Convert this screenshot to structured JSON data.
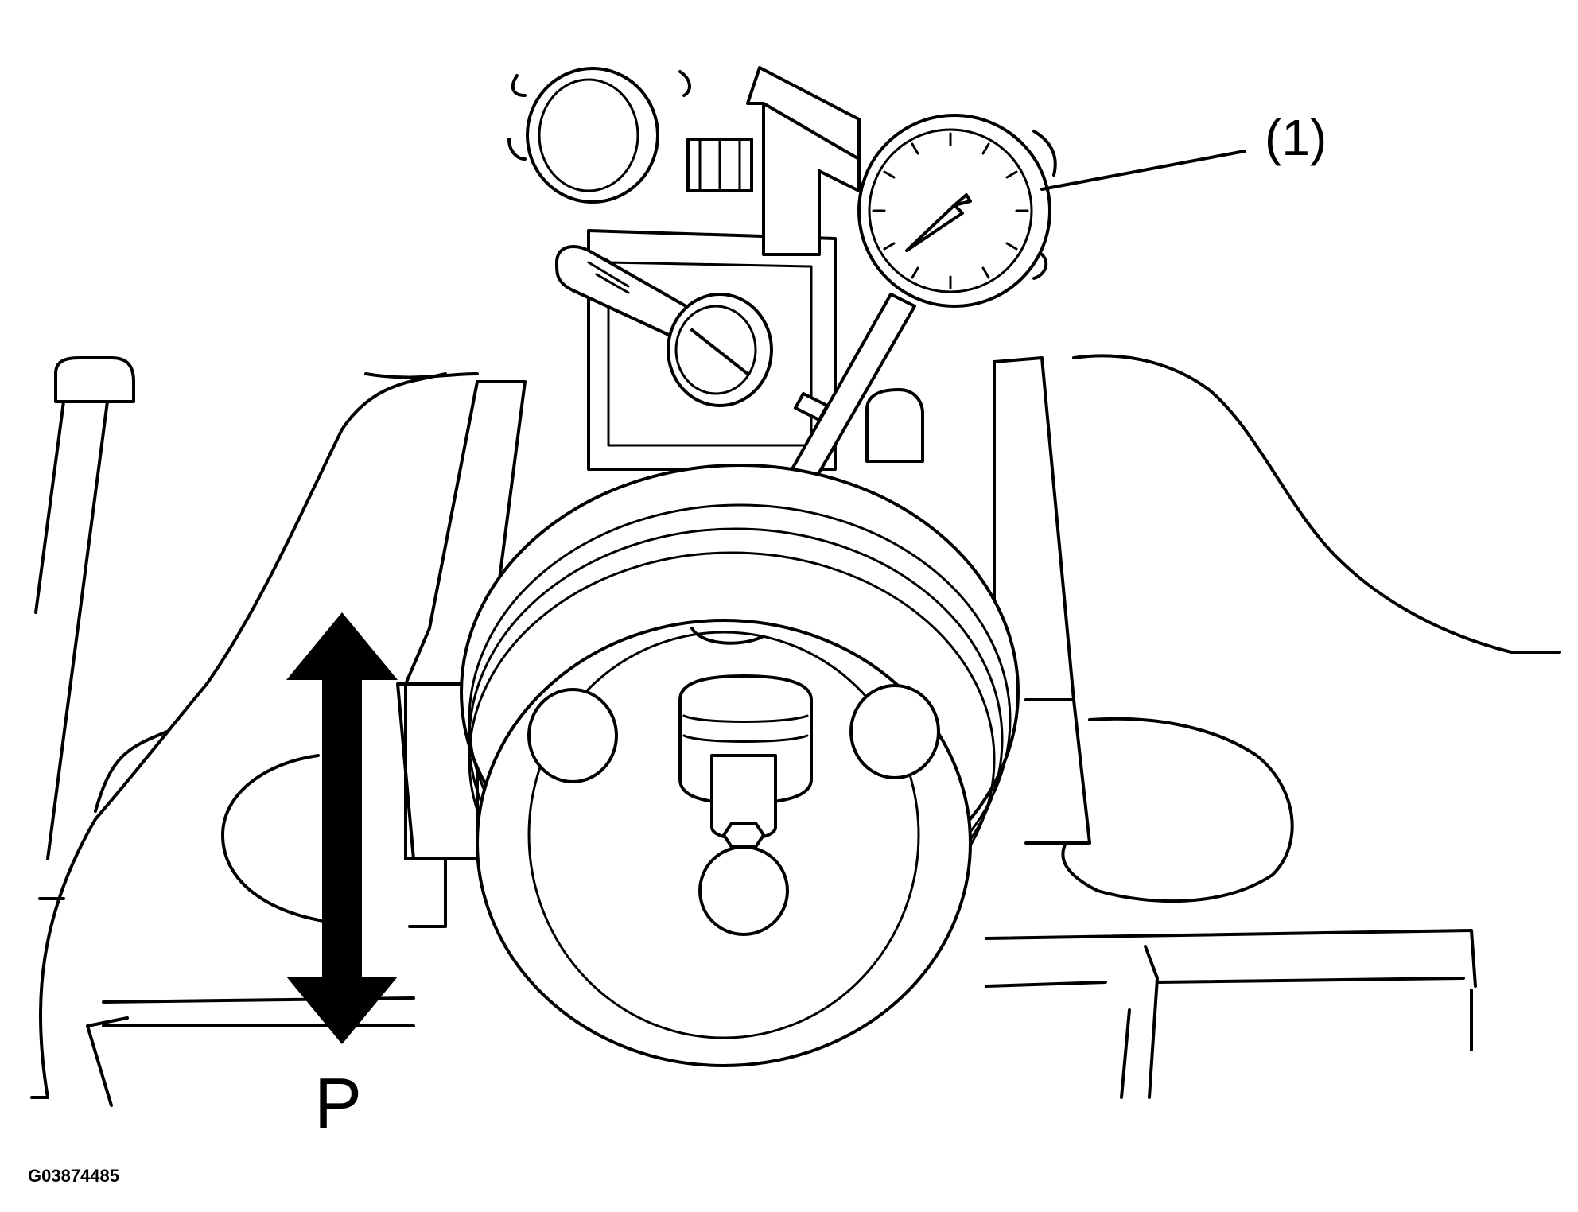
{
  "callouts": [
    {
      "label": "(1)"
    }
  ],
  "arrow_label": "P",
  "figure_id": "G03874485",
  "icons": {
    "dial_gauge": "dial-indicator-icon",
    "motion_arrow": "double-arrow-vertical-icon"
  }
}
